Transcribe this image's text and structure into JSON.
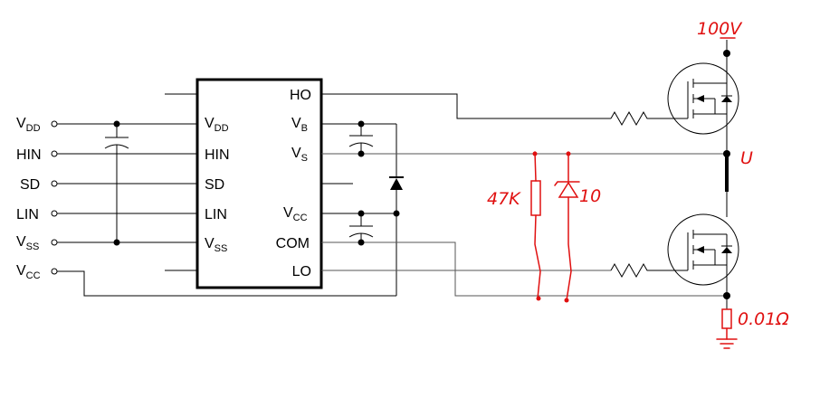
{
  "left_pins": [
    {
      "main": "V",
      "sub": "DD"
    },
    {
      "main": "HIN",
      "sub": ""
    },
    {
      "main": "SD",
      "sub": ""
    },
    {
      "main": "LIN",
      "sub": ""
    },
    {
      "main": "V",
      "sub": "SS"
    },
    {
      "main": "V",
      "sub": "CC"
    }
  ],
  "ic_left_pins": [
    {
      "main": "V",
      "sub": "DD"
    },
    {
      "main": "HIN",
      "sub": ""
    },
    {
      "main": "SD",
      "sub": ""
    },
    {
      "main": "LIN",
      "sub": ""
    },
    {
      "main": "V",
      "sub": "SS"
    }
  ],
  "ic_right_pins": [
    {
      "main": "HO",
      "sub": ""
    },
    {
      "main": "V",
      "sub": "B"
    },
    {
      "main": "V",
      "sub": "S"
    },
    {
      "main": "V",
      "sub": "CC"
    },
    {
      "main": "COM",
      "sub": ""
    },
    {
      "main": "LO",
      "sub": ""
    }
  ],
  "annotations": {
    "supply": "100V",
    "midpoint": "U",
    "resistor": "47K",
    "zener": "10",
    "shunt": "0.01Ω"
  },
  "colors": {
    "ink": "#000000",
    "wire": "#555555",
    "handwriting": "#e01010"
  }
}
